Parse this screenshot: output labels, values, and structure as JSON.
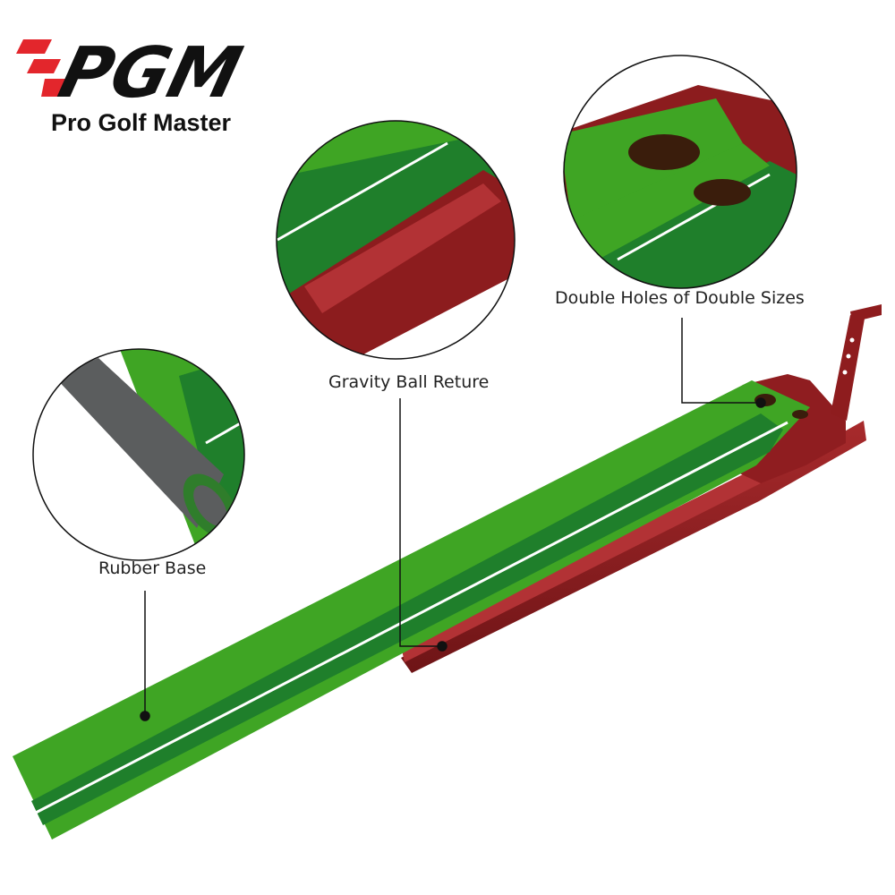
{
  "brand": {
    "logo_text": "PGM",
    "tagline": "Pro Golf Master"
  },
  "callouts": {
    "rubber_base": "Rubber Base",
    "gravity_return": "Gravity Ball Reture",
    "double_holes": "Double Holes of Double Sizes"
  },
  "colors": {
    "brand_red": "#e3262c",
    "turf_light": "#3fa524",
    "turf_dark": "#1f7f2b",
    "tray": "#8c1c1e",
    "rubber": "#5b5d5e"
  }
}
